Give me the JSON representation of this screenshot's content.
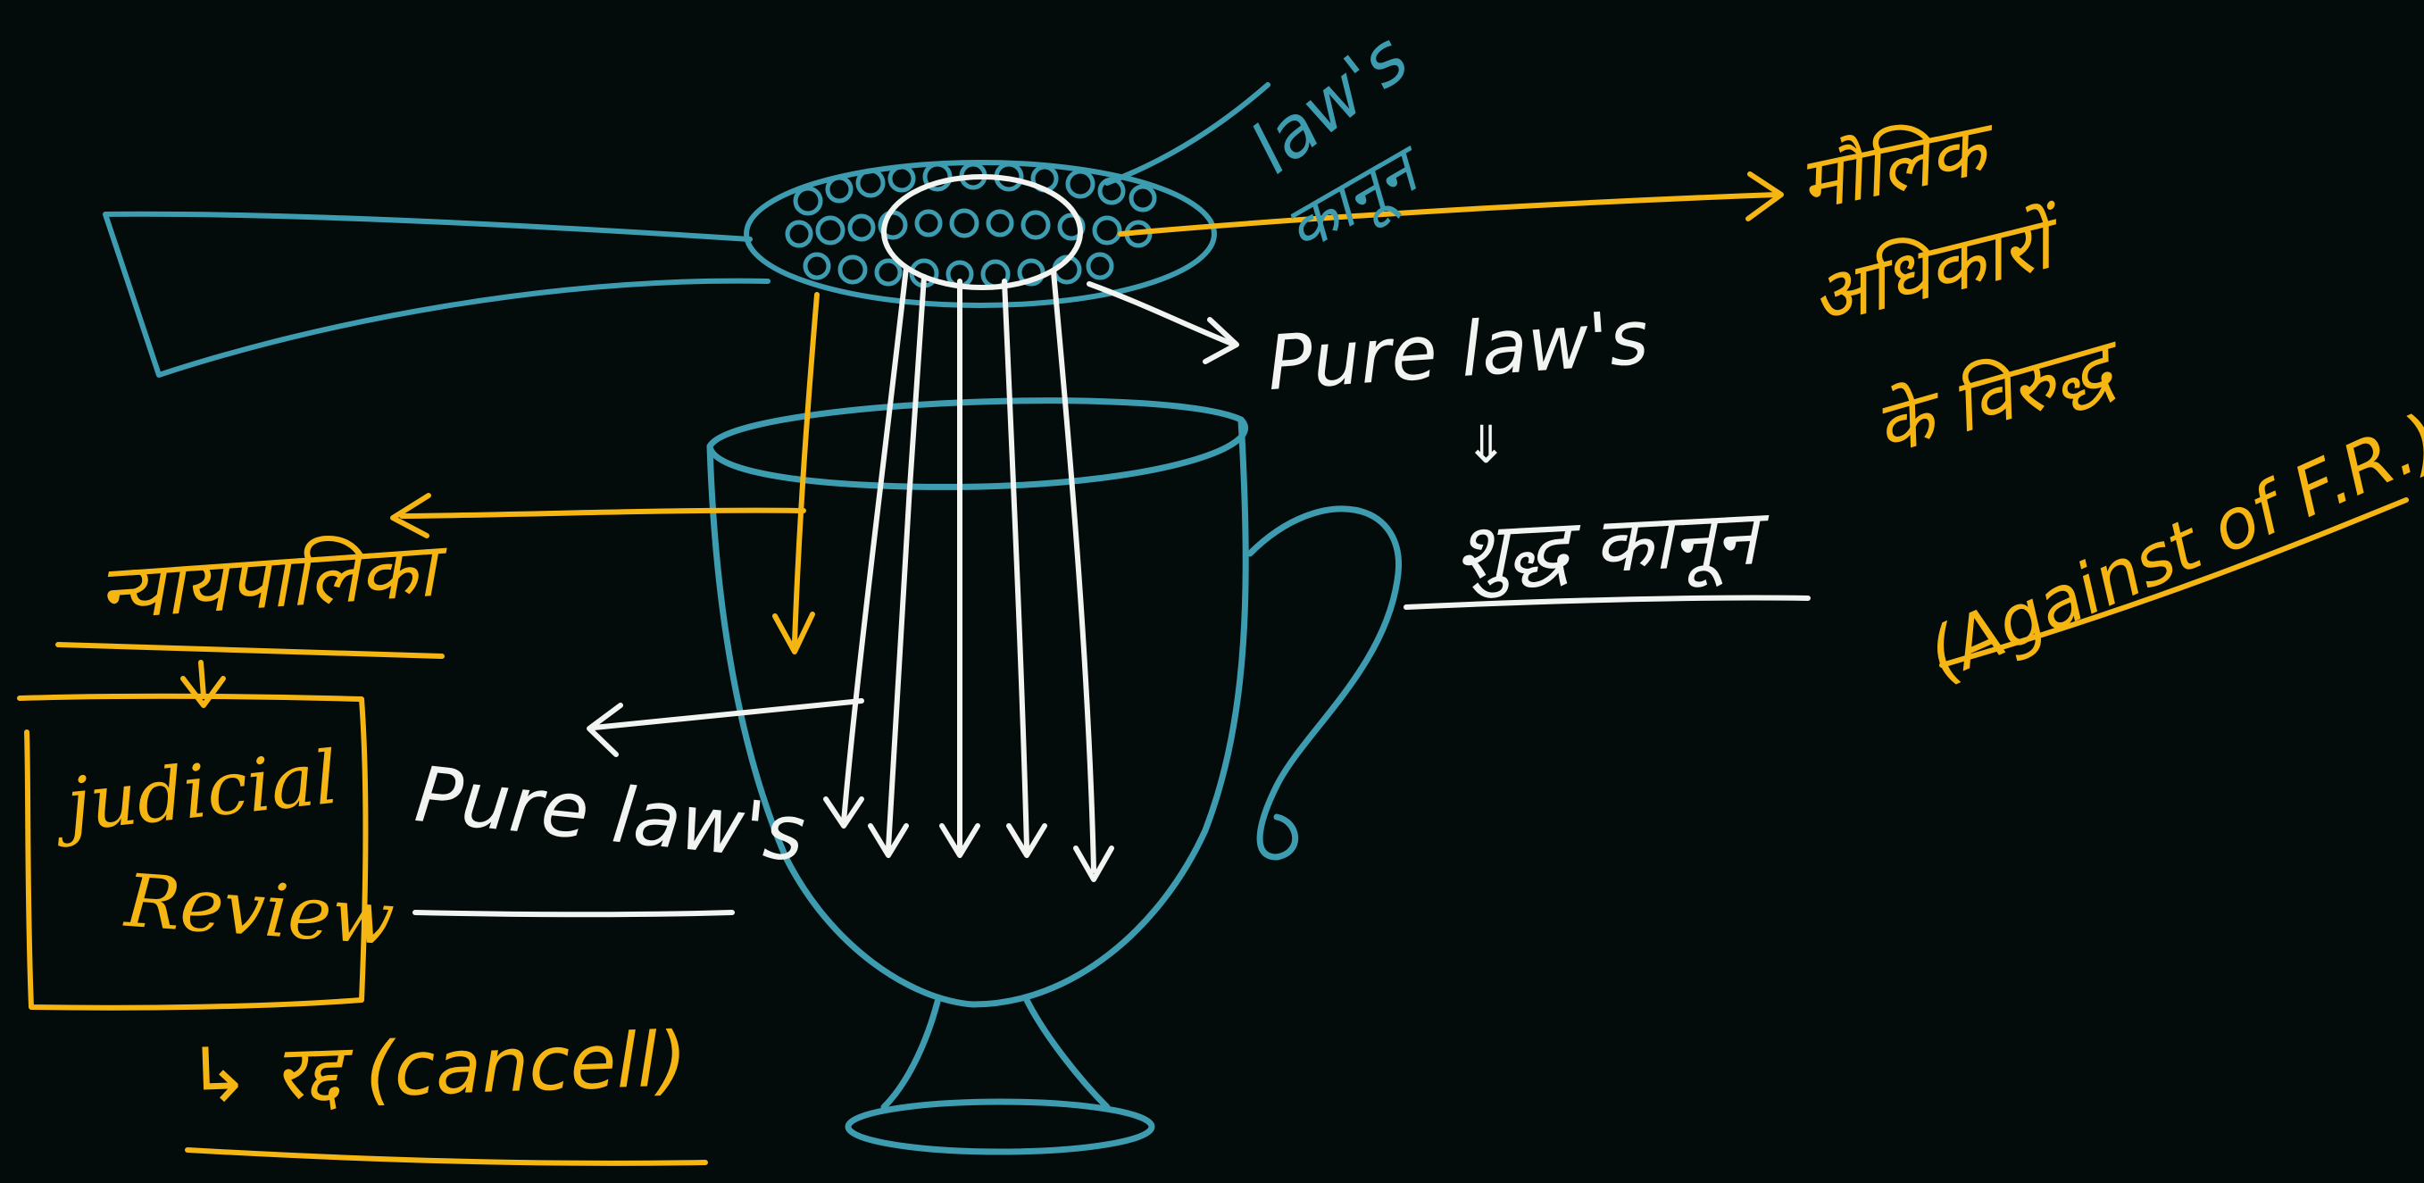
{
  "colors": {
    "background": "#030b0b",
    "teal": "#3e9cb0",
    "yellow": "#f5b512",
    "white": "#f2f4f2"
  },
  "labels": {
    "laws_en": "law's",
    "laws_hi": "कानून",
    "fr_line1": "मौलिक",
    "fr_line2": "अधिकारों",
    "fr_line3": "के विरुद्ध",
    "against_fr": "(Against of F.R.)",
    "pure_laws_top": "Pure law's",
    "pure_laws_arrow": "⇓",
    "shuddh_kanoon": "शुद्ध कानून",
    "judiciary_hi": "न्यायपालिका",
    "judicial_line1": "judicial",
    "judicial_line2": "Review",
    "pure_laws_cup": "Pure law's",
    "cancel_text": "↳ रद्द (cancell)"
  }
}
